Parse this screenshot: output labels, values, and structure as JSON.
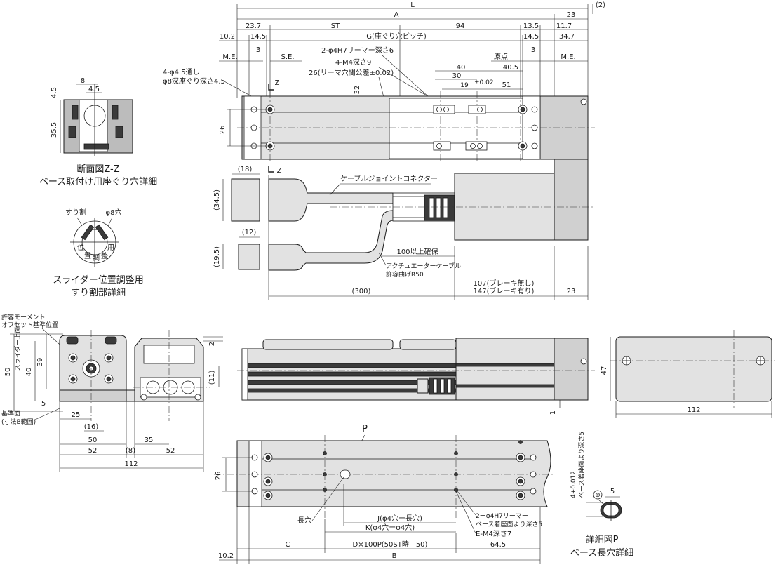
{
  "top_dims": {
    "L": "L",
    "paren2": "(2)",
    "A": "A",
    "d23": "23",
    "d23_7": "23.7",
    "ST": "ST",
    "d94": "94",
    "d13_5": "13.5",
    "d11_7": "11.7",
    "d10_2": "10.2",
    "d14_5a": "14.5",
    "G": "G(座ぐり穴ピッチ)",
    "d14_5b": "14.5",
    "d34_7": "34.7",
    "ME_left": "M.E.",
    "d3_left": "3",
    "SE": "S.E.",
    "reamer": "2-φ4H7リーマー深さ6",
    "origin": "原点",
    "d3_right": "3",
    "ME_right": "M.E.",
    "m4": "4-M4深さ9",
    "d40": "40",
    "d40_5": "40.5",
    "d30": "30",
    "hole45": "4-φ4.5通し",
    "counterbore": "φ8深座ぐり深さ4.5",
    "Z_top": "Z",
    "reamer_tol": "26(リーマ穴間公差±0.02)",
    "d19": "19",
    "d19_tol": "±0.02",
    "d51": "51",
    "d32": "32",
    "d26_top": "26",
    "Z_bottom": "Z"
  },
  "section_zz": {
    "d8": "8",
    "d4_5a": "4.5",
    "d4_5b": "4.5",
    "d35_5": "35.5",
    "title1": "断面図Z-Z",
    "title2": "ベース取付け用座ぐり穴詳細"
  },
  "slit": {
    "slit_label": "すり割",
    "hole_label": "φ8穴",
    "k1": "位",
    "k2": "置",
    "k3": "調",
    "k4": "整",
    "k5": "用",
    "title1": "スライダー位置調整用",
    "title2": "すり割部詳細"
  },
  "cable": {
    "d18": "(18)",
    "d34_5": "(34.5)",
    "d12": "(12)",
    "d19_5": "(19.5)",
    "connector": "ケーブルジョイントコネクター",
    "secure100": "100以上確保",
    "actuator1": "アクチュエーターケーブル",
    "actuator2": "許容曲げR50",
    "d300": "(300)",
    "brake_off": "107(ブレーキ無し)",
    "brake_on": "147(ブレーキ有り)",
    "d23": "23"
  },
  "end_view": {
    "moment1": "許容モーメント",
    "moment2": "オフセット基準位置",
    "slider_top": "スライダー上面",
    "d50": "50",
    "d40": "40",
    "d39": "39",
    "d5": "5",
    "base1": "基準面",
    "base2": "(寸法B範囲)",
    "d2": "2",
    "d11": "(11)",
    "d25": "25",
    "d16": "(16)",
    "d50b": "50",
    "d35": "35",
    "d52a": "52",
    "d8p": "(8)",
    "d52b": "52",
    "d112": "112"
  },
  "side_view": {
    "d1": "1"
  },
  "right_end": {
    "d47": "47",
    "d112": "112"
  },
  "bottom_view": {
    "P": "P",
    "d26": "26",
    "slot": "長穴",
    "J": "J(φ4穴ー長穴)",
    "K": "K(φ4穴ーφ4穴)",
    "reamer1": "2ーφ4H7リーマー",
    "reamer2": "ベース着座面より深さ5",
    "m4": "E-M4深さ7",
    "C": "C",
    "D": "D×100P(50ST時　50)",
    "d64_5": "64.5",
    "d10_2": "10.2",
    "B": "B"
  },
  "detail_p": {
    "tol": "4+0.012",
    "depth": "ベース着座面より深さ5",
    "d5": "5",
    "title1": "詳細図P",
    "title2": "ベース長穴詳細"
  }
}
